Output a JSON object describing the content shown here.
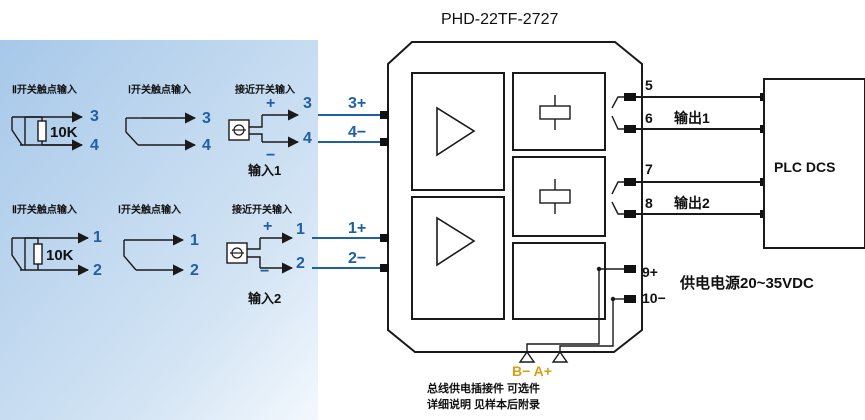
{
  "device": {
    "model": "PHD-22TF-2727"
  },
  "inputs": {
    "group1": {
      "headers": [
        "Ⅱ开关触点输入",
        "Ⅰ开关触点输入",
        "接近开关输入"
      ],
      "resistor": "10K",
      "caption": "输入1",
      "terminal_pos": "3",
      "terminal_neg": "4",
      "sign_plus": "+",
      "sign_minus": "−"
    },
    "group2": {
      "headers": [
        "Ⅱ开关触点输入",
        "Ⅰ开关触点输入",
        "接近开关输入"
      ],
      "resistor": "10K",
      "caption": "输入2",
      "terminal_pos": "1",
      "terminal_neg": "2",
      "sign_plus": "+",
      "sign_minus": "−"
    }
  },
  "module_terminals": {
    "ch1_pos": "3+",
    "ch1_neg": "4−",
    "ch2_pos": "1+",
    "ch2_neg": "2−"
  },
  "outputs": {
    "t5": "5",
    "t6": "6",
    "t7": "7",
    "t8": "8",
    "out1": "输出1",
    "out2": "输出2",
    "plc": "PLC DCS"
  },
  "power": {
    "t9": "9+",
    "t10": "10−",
    "label": "供电电源20~35VDC"
  },
  "bus": {
    "terminals": "B− A+",
    "note_line1": "总线供电插接件 可选件",
    "note_line2": "详细说明 见样本后附录"
  }
}
